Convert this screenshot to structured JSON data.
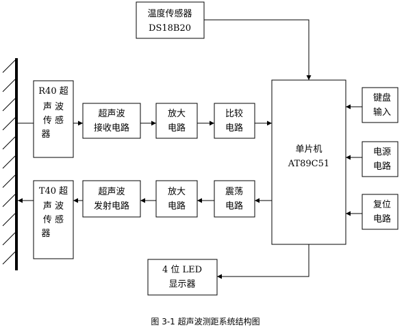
{
  "blocks": {
    "temp_sensor": {
      "line1": "温度传感器",
      "line2": "DS18B20"
    },
    "r40": {
      "line1": "R40 超",
      "line2": "声  波",
      "line3": "传  感",
      "line4": "器"
    },
    "receive": {
      "line1": "超声波",
      "line2": "接收电路"
    },
    "amp_top": {
      "line1": "放大",
      "line2": "电路"
    },
    "compare": {
      "line1": "比较",
      "line2": "电路"
    },
    "mcu": {
      "line1": "单片机",
      "line2": "AT89C51"
    },
    "keyboard": {
      "line1": "键盘",
      "line2": "输入"
    },
    "power": {
      "line1": "电源",
      "line2": "电路"
    },
    "reset": {
      "line1": "复位",
      "line2": "电路"
    },
    "t40": {
      "line1": "T40 超",
      "line2": "声  波",
      "line3": "传  感",
      "line4": "器"
    },
    "transmit": {
      "line1": "超声波",
      "line2": "发射电路"
    },
    "amp_bottom": {
      "line1": "放大",
      "line2": "电路"
    },
    "oscillator": {
      "line1": "震荡",
      "line2": "电路"
    },
    "led": {
      "line1": "4 位 LED",
      "line2": "显示器"
    }
  },
  "caption": "图 3-1 超声波测距系统结构图"
}
